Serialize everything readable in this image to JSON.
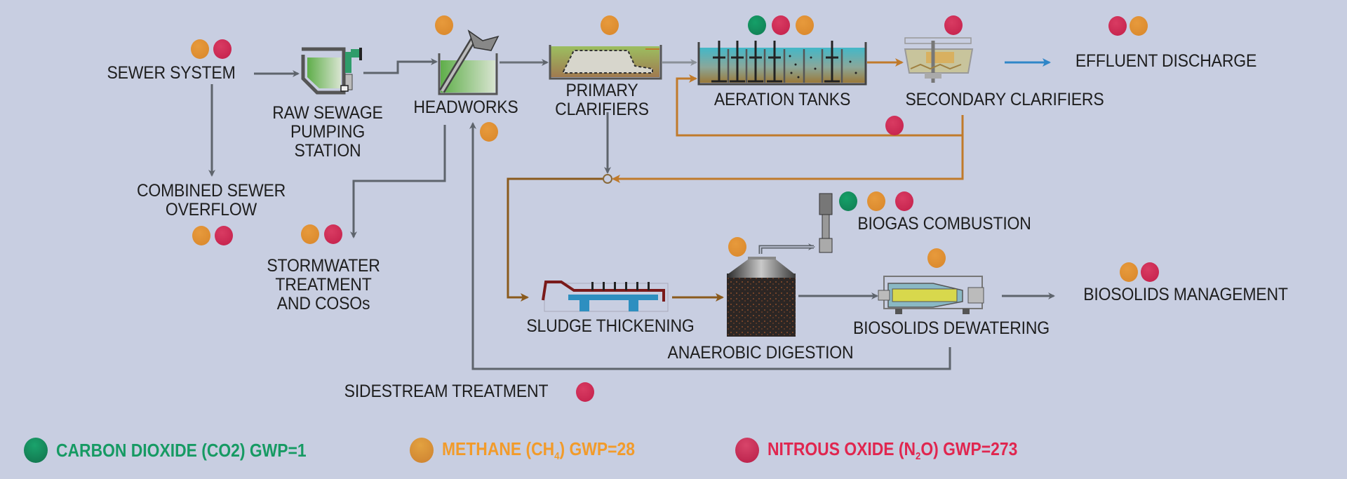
{
  "title": "Wastewater treatment process greenhouse gas emission sources",
  "colors": {
    "background": "#c8cee1",
    "co2": "#138a5c",
    "ch4": "#dd8d30",
    "n2o": "#c9244f",
    "flow_gray": "#5e646c",
    "flow_sludge": "#b8792e",
    "flow_effluent": "#2f86c8",
    "text": "#1e1e1e"
  },
  "stages": [
    {
      "id": "sewer-system",
      "label": "SEWER SYSTEM",
      "emissions": [
        "ch4",
        "n2o"
      ]
    },
    {
      "id": "raw-sewage-pumping-station",
      "label": "RAW SEWAGE\nPUMPING\nSTATION",
      "emissions": []
    },
    {
      "id": "headworks",
      "label": "HEADWORKS",
      "emissions": [
        "ch4"
      ]
    },
    {
      "id": "primary-clarifiers",
      "label": "PRIMARY\nCLARIFIERS",
      "emissions": [
        "ch4"
      ]
    },
    {
      "id": "aeration-tanks",
      "label": "AERATION TANKS",
      "emissions": [
        "co2",
        "n2o",
        "ch4"
      ]
    },
    {
      "id": "secondary-clarifiers",
      "label": "SECONDARY CLARIFIERS",
      "emissions": [
        "n2o"
      ]
    },
    {
      "id": "effluent-discharge",
      "label": "EFFLUENT DISCHARGE",
      "emissions": [
        "n2o",
        "ch4"
      ]
    },
    {
      "id": "combined-sewer-overflow",
      "label": "COMBINED SEWER\nOVERFLOW",
      "emissions": [
        "ch4",
        "n2o"
      ]
    },
    {
      "id": "stormwater-treatment",
      "label": "STORMWATER\nTREATMENT\nAND COSOs",
      "emissions": [
        "ch4",
        "n2o"
      ]
    },
    {
      "id": "return-activated-sludge",
      "label": "",
      "emissions": [
        "n2o"
      ]
    },
    {
      "id": "headworks-return",
      "label": "",
      "emissions": [
        "ch4"
      ]
    },
    {
      "id": "biogas-combustion",
      "label": "BIOGAS COMBUSTION",
      "emissions": [
        "co2",
        "ch4",
        "n2o"
      ]
    },
    {
      "id": "sludge-thickening",
      "label": "SLUDGE THICKENING",
      "emissions": []
    },
    {
      "id": "anaerobic-digestion",
      "label": "ANAEROBIC DIGESTION",
      "emissions": [
        "ch4"
      ]
    },
    {
      "id": "biosolids-dewatering",
      "label": "BIOSOLIDS DEWATERING",
      "emissions": [
        "ch4"
      ]
    },
    {
      "id": "biosolids-management",
      "label": "BIOSOLIDS MANAGEMENT",
      "emissions": [
        "ch4",
        "n2o"
      ]
    },
    {
      "id": "sidestream-treatment",
      "label": "SIDESTREAM TREATMENT",
      "emissions": [
        "n2o"
      ]
    }
  ],
  "legend": [
    {
      "gas": "co2",
      "prefix": "CARBON DIOXIDE (CO2) GWP=1",
      "sub": "",
      "suffix": ""
    },
    {
      "gas": "ch4",
      "prefix": "METHANE (CH",
      "sub": "4",
      "suffix": ") GWP=28"
    },
    {
      "gas": "n2o",
      "prefix": "NITROUS OXIDE (N",
      "sub": "2",
      "suffix": "O) GWP=273"
    }
  ]
}
